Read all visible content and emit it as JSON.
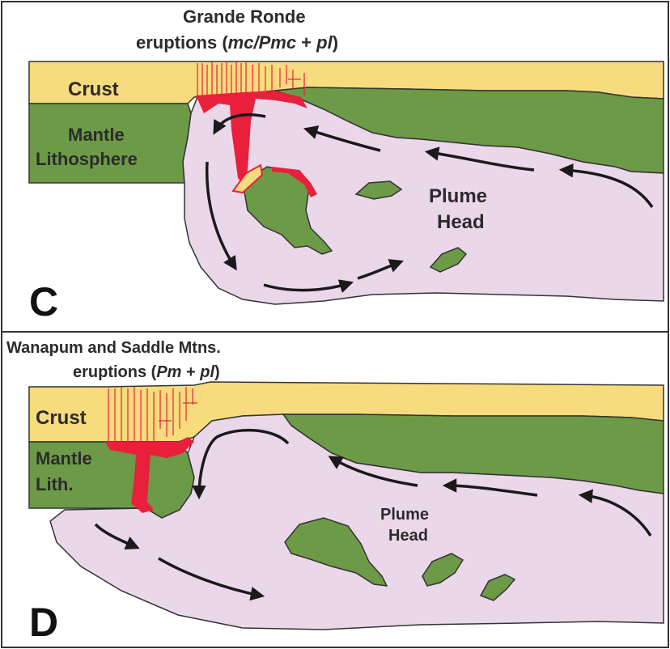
{
  "colors": {
    "crust": "#f7dc7e",
    "mantle_lithosphere": "#6d9a47",
    "plume": "#ebd7ea",
    "melt": "#e8203c",
    "outline": "#333333",
    "arrow": "#1a1a1a"
  },
  "panel_c": {
    "letter": "C",
    "eruption_title_line1": "Grande Ronde",
    "eruption_title_line2_pre": "eruptions (",
    "eruption_title_line2_it1": "mc/Pmc",
    "eruption_title_line2_mid": " + ",
    "eruption_title_line2_it2": "pl",
    "eruption_title_line2_post": ")",
    "crust_label": "Crust",
    "mantle_label_line1": "Mantle",
    "mantle_label_line2": "Lithosphere",
    "plume_label_line1": "Plume",
    "plume_label_line2": "Head"
  },
  "panel_d": {
    "letter": "D",
    "eruption_title_line1": "Wanapum and Saddle Mtns.",
    "eruption_title_line2_pre": "eruptions (",
    "eruption_title_line2_it1": "Pm",
    "eruption_title_line2_mid": " + ",
    "eruption_title_line2_it2": "pl",
    "eruption_title_line2_post": ")",
    "crust_label": "Crust",
    "mantle_label_line1": "Mantle",
    "mantle_label_line2": "Lith.",
    "plume_label_line1": "Plume",
    "plume_label_line2": "Head"
  }
}
